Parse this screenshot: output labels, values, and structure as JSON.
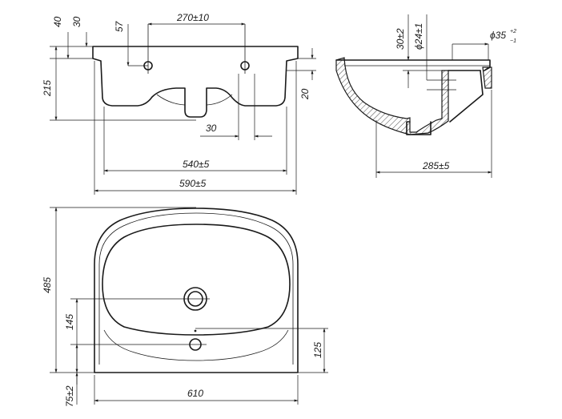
{
  "dimensions": {
    "d40": "40",
    "d30_top": "30",
    "d57": "57",
    "d270": "270±10",
    "d215": "215",
    "d20": "20",
    "d30_low": "30",
    "d540": "540±5",
    "d590": "590±5",
    "d30_2": "30±2",
    "d24": "ϕ24±1",
    "d35": "ϕ35",
    "d35_tol_upper": "+2",
    "d35_tol_lower": "−1",
    "d285": "285±5",
    "d485": "485",
    "d145": "145",
    "d125": "125",
    "d75": "75±2",
    "d610": "610"
  }
}
